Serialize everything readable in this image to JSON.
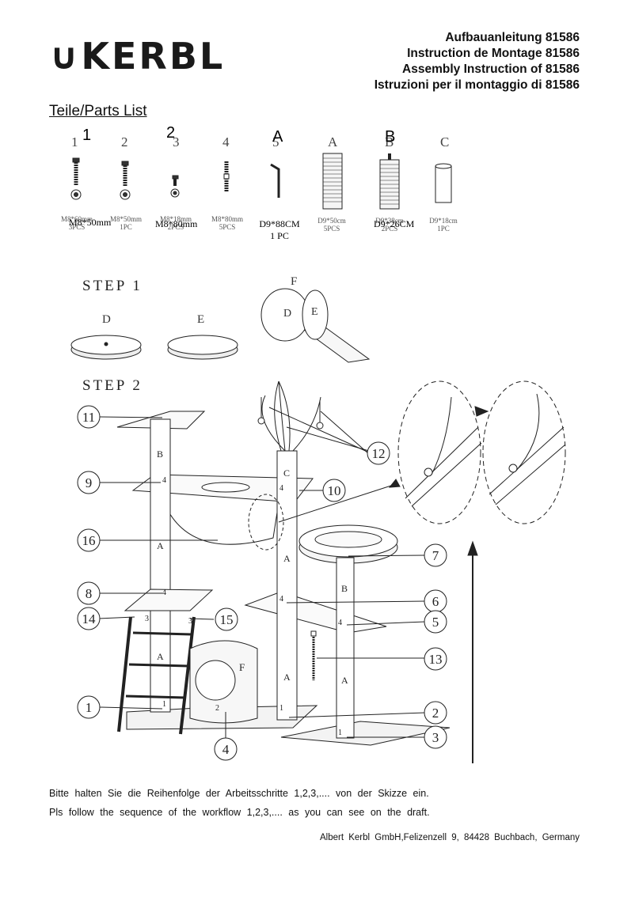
{
  "brand": {
    "logo_text": "KERBL"
  },
  "header": {
    "titles": [
      "Aufbauanleitung 81586",
      "Instruction de Montage 81586",
      "Assembly Instruction of 81586",
      "Istruzioni per il montaggio di 81586"
    ]
  },
  "parts": {
    "title": "Teile/Parts List",
    "items": [
      {
        "label": "1",
        "overlay_label": "1",
        "caption": "M8*60mm",
        "caption2": "3PCS",
        "overlay_caption": "M8*50mm"
      },
      {
        "label": "2",
        "overlay_label": "",
        "caption": "M8*50mm",
        "caption2": "1PC",
        "overlay_caption": ""
      },
      {
        "label": "3",
        "overlay_label": "2",
        "caption": "M8*18mm",
        "caption2": "2PCS",
        "overlay_caption": "M8*80mm"
      },
      {
        "label": "4",
        "overlay_label": "",
        "caption": "M8*80mm",
        "caption2": "5PCS",
        "overlay_caption": ""
      },
      {
        "label": "5",
        "overlay_label": "A",
        "caption": "",
        "caption2": "",
        "overlay_caption": "D9*88CM",
        "overlay_caption2": "1 PC"
      },
      {
        "label": "A",
        "overlay_label": "",
        "caption": "D9*50cm",
        "caption2": "5PCS",
        "overlay_caption": ""
      },
      {
        "label": "B",
        "overlay_label": "B",
        "caption": "D9*38cm",
        "caption2": "2PCS",
        "overlay_caption": "D9*26CM"
      },
      {
        "label": "C",
        "overlay_label": "",
        "caption": "D9*18cm",
        "caption2": "1PC",
        "overlay_caption": ""
      }
    ]
  },
  "steps": {
    "step1": "STEP 1",
    "step2": "STEP 2",
    "step1_labels": [
      "D",
      "E",
      "F"
    ],
    "post_letters": [
      "A",
      "B",
      "C",
      "F"
    ],
    "joint_numbers": [
      "1",
      "2",
      "3",
      "4"
    ],
    "callouts": [
      "1",
      "2",
      "3",
      "4",
      "5",
      "6",
      "7",
      "8",
      "9",
      "10",
      "11",
      "12",
      "13",
      "14",
      "15",
      "16"
    ]
  },
  "notes": {
    "de": "Bitte halten Sie die Reihenfolge der Arbeitsschritte 1,2,3,.... von der Skizze ein.",
    "en": "Pls follow the sequence of the workflow 1,2,3,.... as you can see on the draft."
  },
  "footer": {
    "address": "Albert Kerbl GmbH,Felizenzell 9, 84428 Buchbach, Germany"
  }
}
